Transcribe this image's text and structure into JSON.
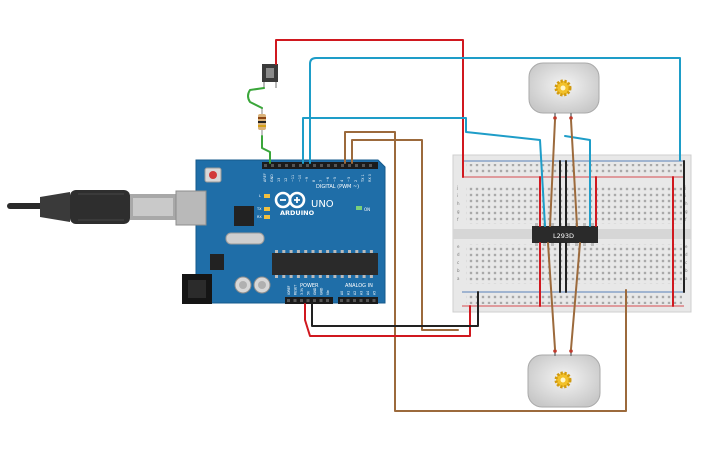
{
  "arduino": {
    "brand": "ARDUINO",
    "model": "UNO",
    "digital_label": "DIGITAL (PWM ~)",
    "power_label": "POWER",
    "analog_label": "ANALOG IN",
    "on_label": "ON",
    "tx_label": "TX",
    "rx_label": "RX",
    "l_label": "L",
    "top_pins": [
      "AREF",
      "GND",
      "13",
      "12",
      "~11",
      "~10",
      "~9",
      "8",
      "7",
      "~6",
      "~5",
      "4",
      "~3",
      "2",
      "TX 1",
      "RX 0"
    ],
    "power_pins": [
      "IOREF",
      "RESET",
      "3.3V",
      "5V",
      "GND",
      "GND",
      "Vin"
    ],
    "analog_pins": [
      "A0",
      "A1",
      "A2",
      "A3",
      "A4",
      "A5"
    ]
  },
  "breadboard": {
    "top_rows": [
      "j",
      "i",
      "h",
      "g",
      "f"
    ],
    "bottom_rows": [
      "e",
      "d",
      "c",
      "b",
      "a"
    ]
  },
  "ic": {
    "label": "L293D"
  },
  "colors": {
    "board": "#1f6ea8",
    "wire_red": "#d0181f",
    "wire_blue": "#1e9dc8",
    "wire_green": "#3aa63a",
    "wire_brown": "#9c6a3c",
    "wire_black": "#222222",
    "rail_red": "#d0181f",
    "rail_blue": "#2a5caa"
  }
}
